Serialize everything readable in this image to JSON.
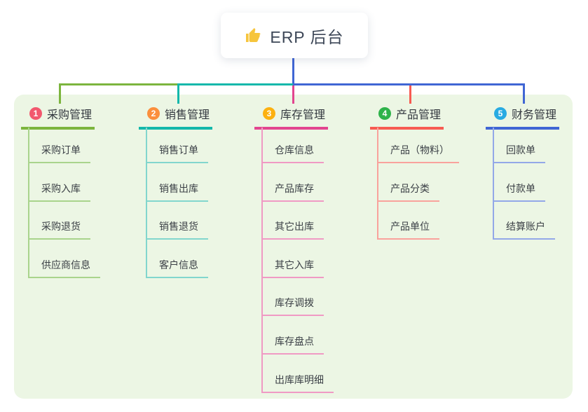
{
  "root": {
    "icon": "thumbs-up-icon",
    "title": "ERP 后台"
  },
  "branches": [
    {
      "num": "1",
      "label": "采购管理",
      "badge_color": "#f2586e",
      "line_color": "#7cb53e",
      "sub_line_color": "#a9d48c",
      "items": [
        "采购订单",
        "采购入库",
        "采购退货",
        "供应商信息"
      ]
    },
    {
      "num": "2",
      "label": "销售管理",
      "badge_color": "#fb8f3d",
      "line_color": "#14b8ab",
      "sub_line_color": "#82d6cd",
      "items": [
        "销售订单",
        "销售出库",
        "销售退货",
        "客户信息"
      ]
    },
    {
      "num": "3",
      "label": "库存管理",
      "badge_color": "#fcb110",
      "line_color": "#e2458f",
      "sub_line_color": "#f09ac4",
      "items": [
        "仓库信息",
        "产品库存",
        "其它出库",
        "其它入库",
        "库存调拨",
        "库存盘点",
        "出库库明细"
      ]
    },
    {
      "num": "4",
      "label": "产品管理",
      "badge_color": "#2eb34a",
      "line_color": "#f75b52",
      "sub_line_color": "#f9a29c",
      "items": [
        "产品（物料）",
        "产品分类",
        "产品单位"
      ]
    },
    {
      "num": "5",
      "label": "财务管理",
      "badge_color": "#28abe2",
      "line_color": "#4066d4",
      "sub_line_color": "#93a8e8",
      "items": [
        "回款单",
        "付款单",
        "结算账户"
      ]
    }
  ],
  "colors": {
    "root_line": "#4066d4",
    "canvas_bg": "#ecf6e4",
    "page_bg": "#ffffff",
    "title_text": "#3d4757",
    "thumb_icon": "#f6c53d"
  }
}
